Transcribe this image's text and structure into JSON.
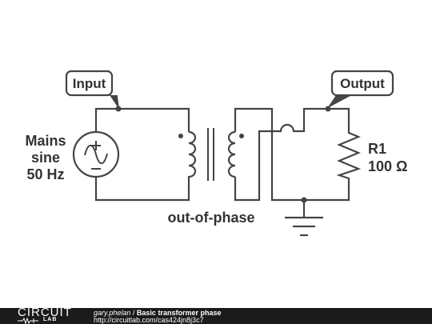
{
  "diagram": {
    "input_tag": "Input",
    "output_tag": "Output",
    "source_label": [
      "Mains",
      "sine",
      "50 Hz"
    ],
    "resistor_name": "R1",
    "resistor_value": "100 Ω",
    "transformer_note": "out-of-phase"
  },
  "footer": {
    "brand": "CIRCUIT",
    "brand_sub": "LAB",
    "author": "gary.phelan",
    "separator": "/",
    "title": "Basic transformer phase",
    "url": "http://circuitlab.com/cas424jn8j3c7"
  },
  "colors": {
    "wire": "#444444",
    "text": "#333333",
    "footer_bg": "#1b1b1b",
    "tag_border": "#444444"
  }
}
